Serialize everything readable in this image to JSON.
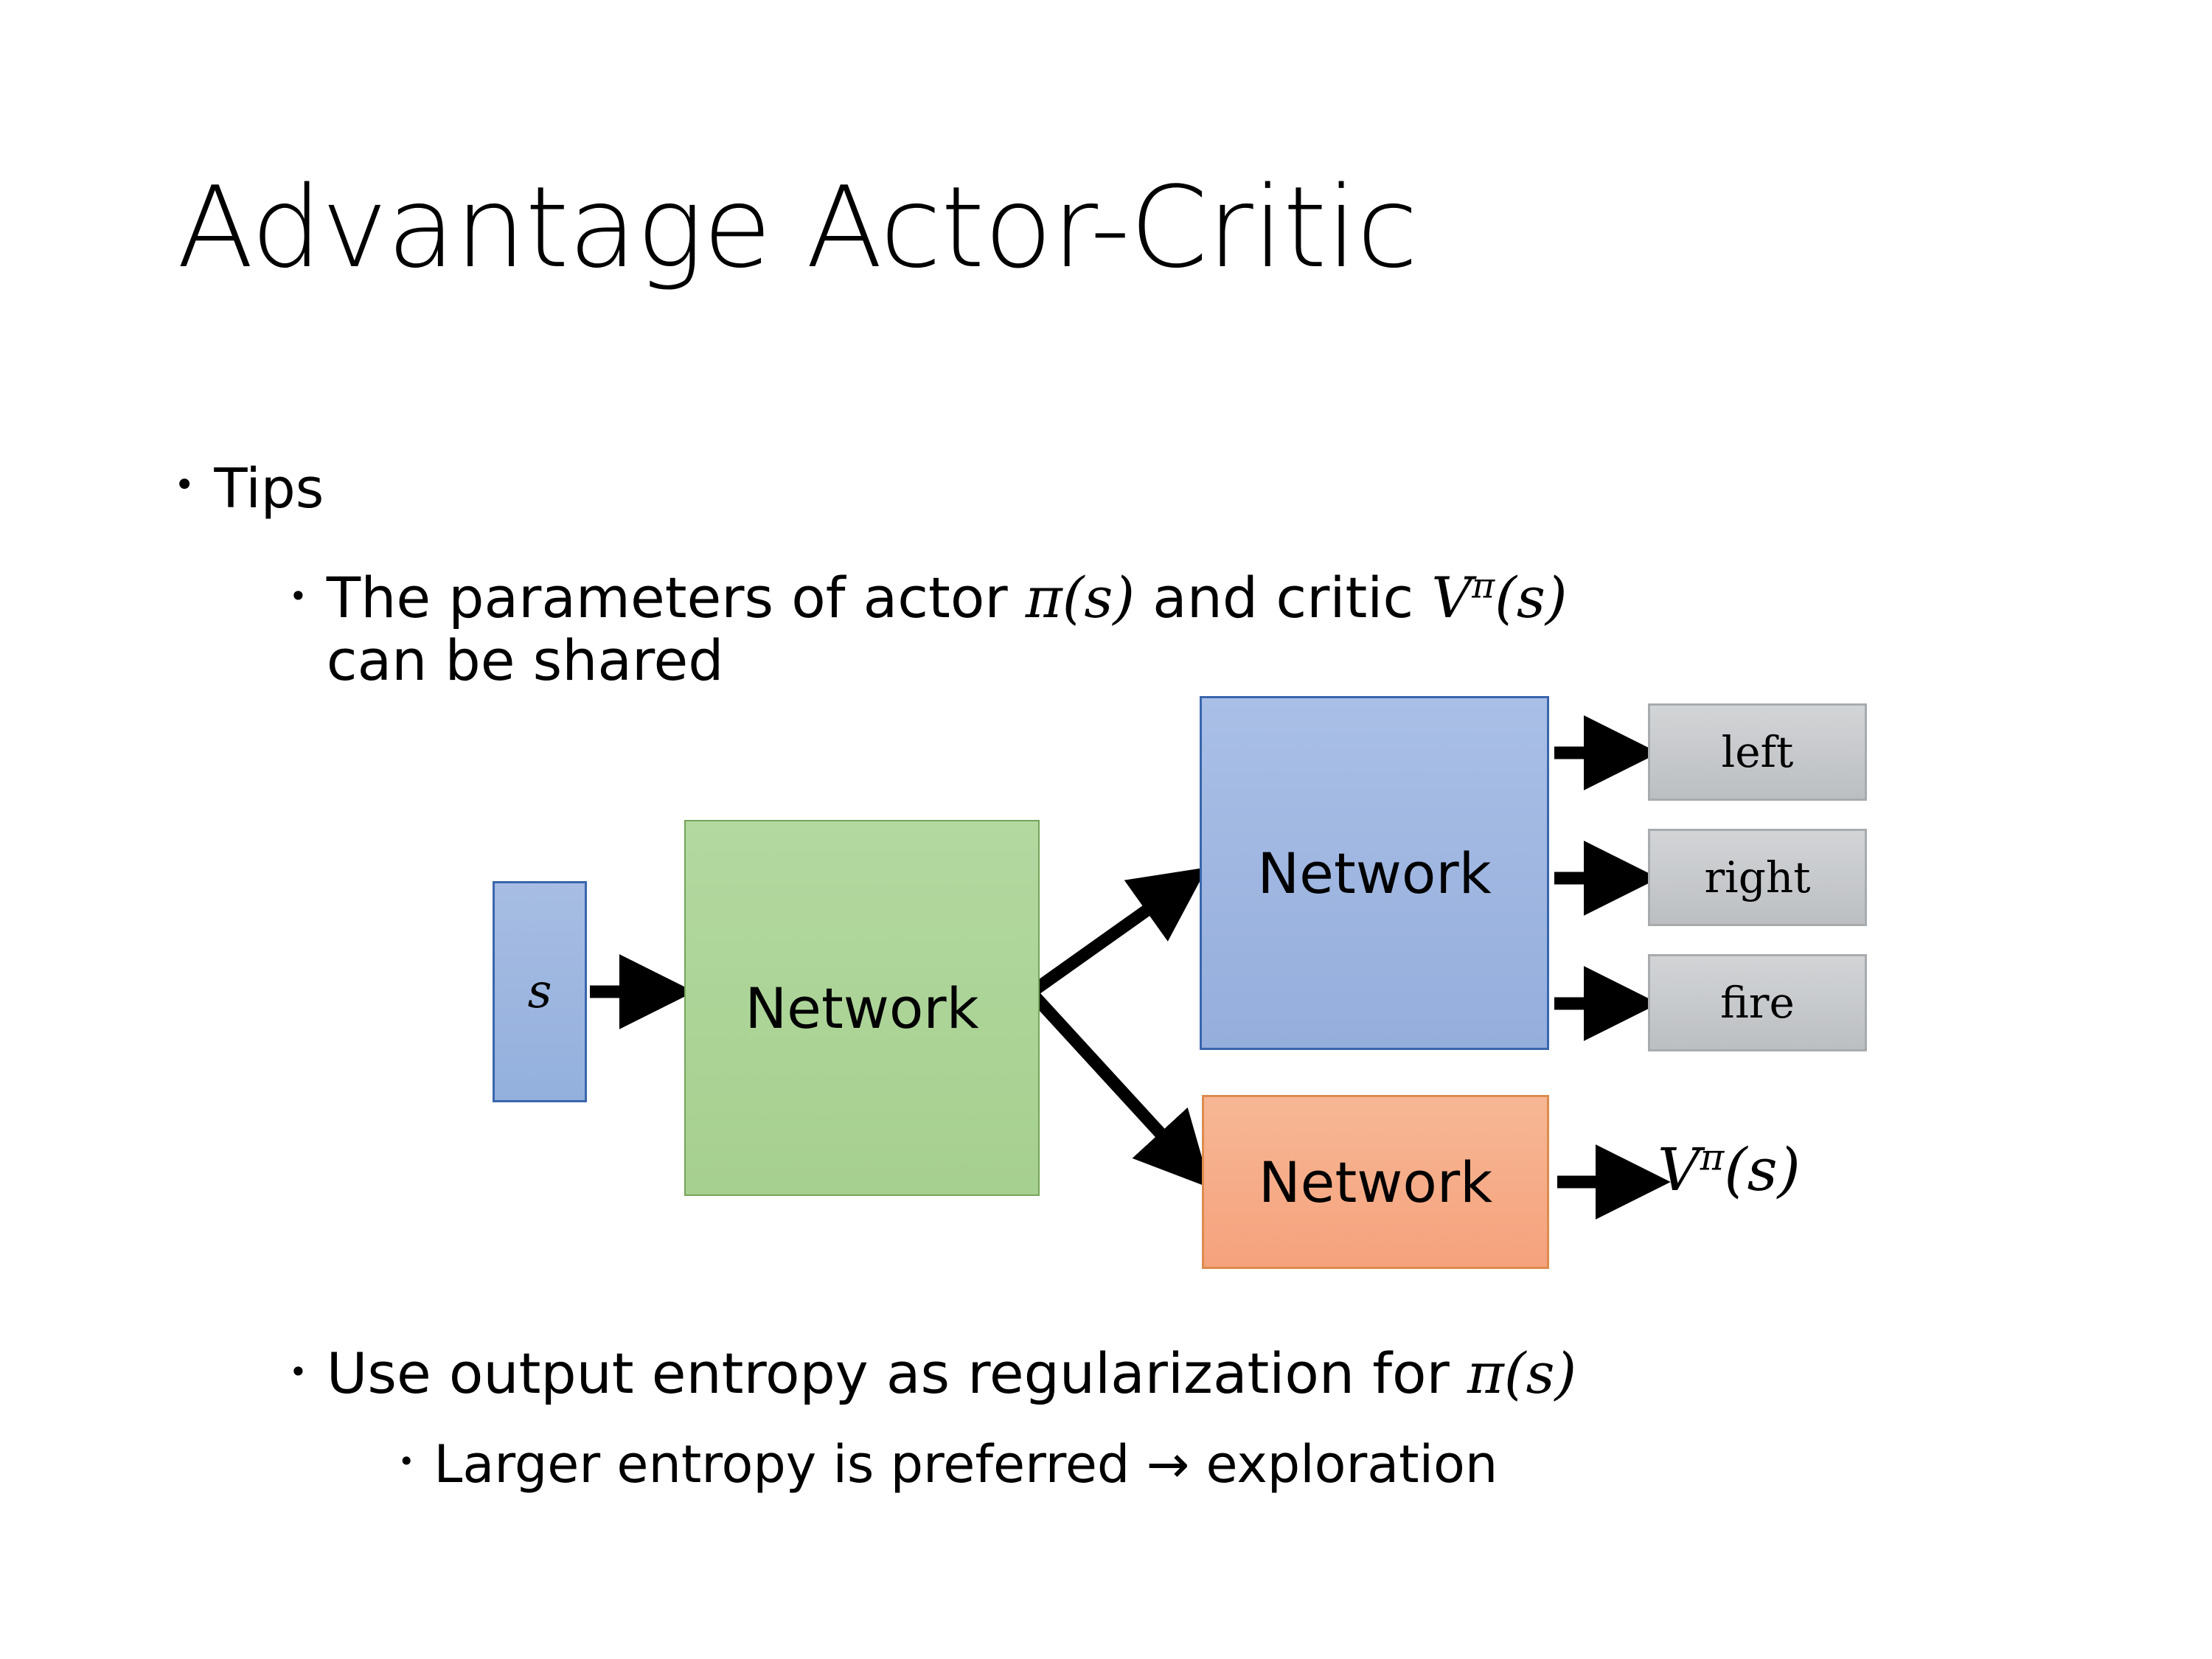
{
  "slide": {
    "title": "Advantage Actor-Critic",
    "background_color": "#ffffff"
  },
  "bullets": [
    {
      "level": 1,
      "marker": "•",
      "text": "Tips"
    },
    {
      "level": 2,
      "marker": "•",
      "text_part1": "The parameters of actor ",
      "math1": "π(s)",
      "text_part2": "  and critic ",
      "math2_base": "V",
      "math2_sup": "π",
      "math2_arg": "(s)",
      "text_line2": "can be shared"
    },
    {
      "level": 2,
      "marker": "•",
      "text_part1": "Use output entropy as regularization for ",
      "math1": "π(s)"
    },
    {
      "level": 3,
      "marker": "•",
      "text": "Larger entropy is preferred → exploration"
    }
  ],
  "diagram": {
    "state_box": {
      "label": "s",
      "fill": "#a0b9e0",
      "border": "#3a66ad"
    },
    "shared_network_box": {
      "label": "Network",
      "fill": "#acd395",
      "border": "#74a55a"
    },
    "actor_network_box": {
      "label": "Network",
      "fill": "#9fb7e1",
      "border": "#3a66ad"
    },
    "critic_network_box": {
      "label": "Network",
      "fill": "#f6ac87",
      "border": "#dd8b4f"
    },
    "action_outputs": [
      {
        "label": "left",
        "fill": "#c7cacd",
        "border": "#a8abae"
      },
      {
        "label": "right",
        "fill": "#c7cacd",
        "border": "#a8abae"
      },
      {
        "label": "fire",
        "fill": "#c7cacd",
        "border": "#a8abae"
      }
    ],
    "value_output": {
      "base": "V",
      "sup": "π",
      "arg": "(s)"
    },
    "arrow_color": "#000000"
  }
}
